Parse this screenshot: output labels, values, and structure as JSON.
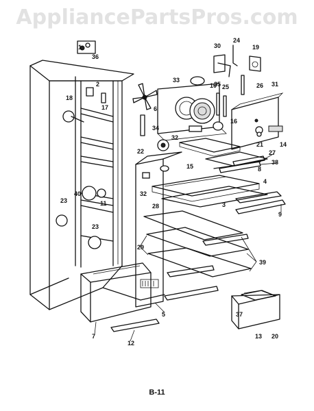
{
  "watermark": "AppliancePartsPros.com",
  "page_label": "B-11",
  "callouts": [
    "1",
    "2",
    "3",
    "4",
    "5",
    "6",
    "7",
    "8",
    "9",
    "10",
    "11",
    "12",
    "13",
    "14",
    "15",
    "16",
    "17",
    "18",
    "19",
    "20",
    "21",
    "22",
    "23",
    "23",
    "24",
    "25",
    "26",
    "27",
    "28",
    "29",
    "30",
    "31",
    "32",
    "32",
    "33",
    "34",
    "35",
    "36",
    "37",
    "38",
    "39",
    "40"
  ]
}
